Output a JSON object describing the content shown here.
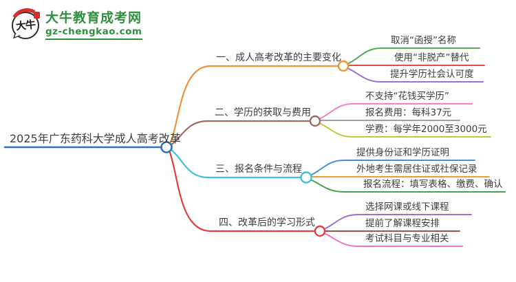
{
  "logo": {
    "badge_text": "大牛",
    "site_name": "大牛教育成考网",
    "site_domain": "gz-chengkao.com",
    "brand_green": "#2f8f3c",
    "badge_red": "#d0312a"
  },
  "root": {
    "label": "2025年广东药科大学成人高考改革",
    "color": "#2e74b5"
  },
  "branches": [
    {
      "title": "一、成人高考改革的主要变化",
      "color": "#ef9234",
      "leaves": [
        {
          "label": "取消“函授”名称",
          "color": "#4fae4d"
        },
        {
          "label": "使用“非脱产”替代",
          "color": "#e84a49"
        },
        {
          "label": "提升学历社会认可度",
          "color": "#9a70d0"
        }
      ]
    },
    {
      "title": "二、学历的获取与费用",
      "color": "#9d6a60",
      "leaves": [
        {
          "label": "不支持“花钱买学历”",
          "color": "#f580c3"
        },
        {
          "label": "报名费用：每科37元",
          "color": "#9da2a6"
        },
        {
          "label": "学费：每学年2000至3000元",
          "color": "#c3c934"
        }
      ]
    },
    {
      "title": "三、报名条件与流程",
      "color": "#3ec0dc",
      "leaves": [
        {
          "label": "提供身份证和学历证明",
          "color": "#4a8fd3"
        },
        {
          "label": "外地考生需居住证或社保记录",
          "color": "#f59a35"
        },
        {
          "label": "报名流程：填写表格、缴费、确认",
          "color": "#44a348"
        }
      ]
    },
    {
      "title": "四、改革后的学习形式",
      "color": "#e23c3c",
      "leaves": [
        {
          "label": "选择网课或线下课程",
          "color": "#9a70d0"
        },
        {
          "label": "提前了解课程安排",
          "color": "#a3524c"
        },
        {
          "label": "考试科目与专业相关",
          "color": "#ee74c0"
        }
      ]
    }
  ]
}
